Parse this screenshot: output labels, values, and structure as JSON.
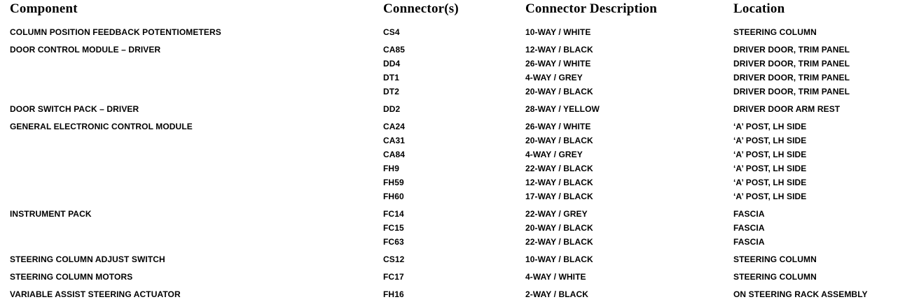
{
  "document": {
    "kind": "connector-location-table"
  },
  "table": {
    "headers": [
      "Component",
      "Connector(s)",
      "Connector Description",
      "Location"
    ],
    "rows": [
      {
        "component": "COLUMN POSITION FEEDBACK POTENTIOMETERS",
        "connectors": [
          {
            "id": "CS4",
            "description": "10-WAY / WHITE",
            "location": "STEERING COLUMN"
          }
        ]
      },
      {
        "component": "DOOR CONTROL MODULE – DRIVER",
        "connectors": [
          {
            "id": "CA85",
            "description": "12-WAY / BLACK",
            "location": "DRIVER DOOR, TRIM PANEL"
          },
          {
            "id": "DD4",
            "description": "26-WAY / WHITE",
            "location": "DRIVER DOOR, TRIM PANEL"
          },
          {
            "id": "DT1",
            "description": "4-WAY / GREY",
            "location": "DRIVER DOOR, TRIM PANEL"
          },
          {
            "id": "DT2",
            "description": "20-WAY / BLACK",
            "location": "DRIVER DOOR, TRIM PANEL"
          }
        ]
      },
      {
        "component": "DOOR SWITCH PACK – DRIVER",
        "connectors": [
          {
            "id": "DD2",
            "description": "28-WAY / YELLOW",
            "location": "DRIVER DOOR ARM REST"
          }
        ]
      },
      {
        "component": "GENERAL ELECTRONIC CONTROL MODULE",
        "connectors": [
          {
            "id": "CA24",
            "description": "26-WAY / WHITE",
            "location": "‘A’ POST, LH SIDE"
          },
          {
            "id": "CA31",
            "description": "20-WAY / BLACK",
            "location": "‘A’ POST, LH SIDE"
          },
          {
            "id": "CA84",
            "description": "4-WAY / GREY",
            "location": "‘A’ POST, LH SIDE"
          },
          {
            "id": "FH9",
            "description": "22-WAY / BLACK",
            "location": "‘A’ POST, LH SIDE"
          },
          {
            "id": "FH59",
            "description": "12-WAY / BLACK",
            "location": "‘A’ POST, LH SIDE"
          },
          {
            "id": "FH60",
            "description": "17-WAY / BLACK",
            "location": "‘A’ POST, LH SIDE"
          }
        ]
      },
      {
        "component": "INSTRUMENT PACK",
        "connectors": [
          {
            "id": "FC14",
            "description": "22-WAY / GREY",
            "location": "FASCIA"
          },
          {
            "id": "FC15",
            "description": "20-WAY / BLACK",
            "location": "FASCIA"
          },
          {
            "id": "FC63",
            "description": "22-WAY / BLACK",
            "location": "FASCIA"
          }
        ]
      },
      {
        "component": "STEERING COLUMN ADJUST SWITCH",
        "connectors": [
          {
            "id": "CS12",
            "description": "10-WAY / BLACK",
            "location": "STEERING COLUMN"
          }
        ]
      },
      {
        "component": "STEERING COLUMN MOTORS",
        "connectors": [
          {
            "id": "FC17",
            "description": "4-WAY / WHITE",
            "location": "STEERING COLUMN"
          }
        ]
      },
      {
        "component": "VARIABLE ASSIST STEERING ACTUATOR",
        "connectors": [
          {
            "id": "FH16",
            "description": "2-WAY / BLACK",
            "location": "ON STEERING RACK ASSEMBLY"
          }
        ]
      }
    ]
  },
  "colors": {
    "text": "#000000",
    "background": "#ffffff"
  }
}
